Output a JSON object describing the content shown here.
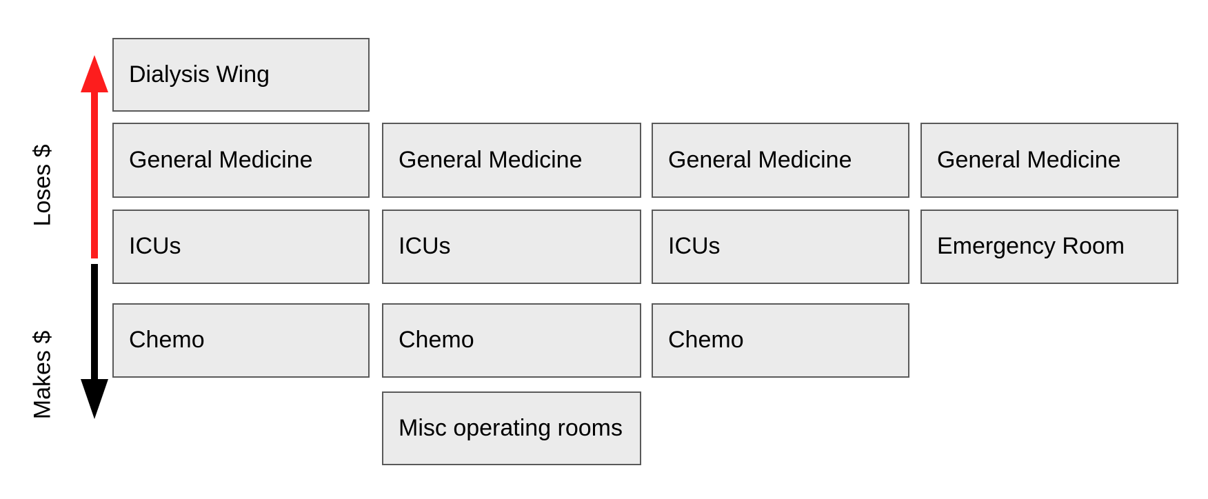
{
  "diagram": {
    "axis": {
      "loses_label": "Loses $",
      "makes_label": "Makes $",
      "loses_color": "#fd1d1d",
      "makes_color": "#000000"
    },
    "colors": {
      "box_fill": "#ebebeb",
      "box_border": "#595959",
      "text": "#000000",
      "background": "#ffffff"
    },
    "cells": [
      {
        "row": 1,
        "col": 1,
        "label": "Dialysis Wing"
      },
      {
        "row": 2,
        "col": 1,
        "label": "General Medicine"
      },
      {
        "row": 2,
        "col": 2,
        "label": "General Medicine"
      },
      {
        "row": 2,
        "col": 3,
        "label": "General Medicine"
      },
      {
        "row": 2,
        "col": 4,
        "label": "General Medicine"
      },
      {
        "row": 3,
        "col": 1,
        "label": "ICUs"
      },
      {
        "row": 3,
        "col": 2,
        "label": "ICUs"
      },
      {
        "row": 3,
        "col": 3,
        "label": "ICUs"
      },
      {
        "row": 3,
        "col": 4,
        "label": "Emergency Room"
      },
      {
        "row": 4,
        "col": 1,
        "label": "Chemo"
      },
      {
        "row": 4,
        "col": 2,
        "label": "Chemo"
      },
      {
        "row": 4,
        "col": 3,
        "label": "Chemo"
      },
      {
        "row": 5,
        "col": 2,
        "label": "Misc operating rooms"
      }
    ]
  }
}
